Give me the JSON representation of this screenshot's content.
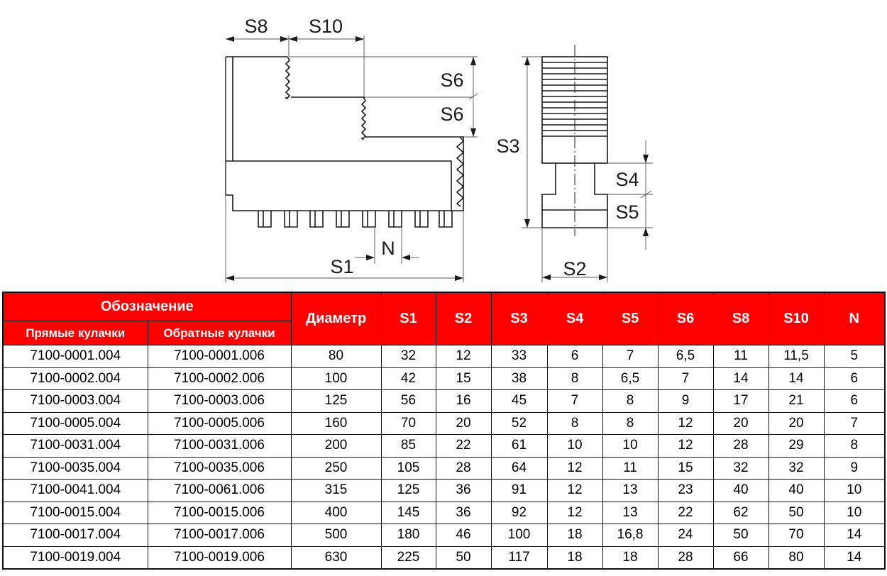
{
  "diagram": {
    "labels": {
      "s8": "S8",
      "s10": "S10",
      "s6a": "S6",
      "s6b": "S6",
      "n": "N",
      "s1": "S1",
      "s3": "S3",
      "s4": "S4",
      "s5": "S5",
      "s2": "S2"
    }
  },
  "table": {
    "group_header": "Обозначение",
    "sub_headers": [
      "Прямые кулачки",
      "Обратные кулачки"
    ],
    "columns": [
      "Диаметр",
      "S1",
      "S2",
      "S3",
      "S4",
      "S5",
      "S6",
      "S8",
      "S10",
      "N"
    ],
    "rows": [
      [
        "7100-0001.004",
        "7100-0001.006",
        "80",
        "32",
        "12",
        "33",
        "6",
        "7",
        "6,5",
        "11",
        "11,5",
        "5"
      ],
      [
        "7100-0002.004",
        "7100-0002.006",
        "100",
        "42",
        "15",
        "38",
        "8",
        "6,5",
        "7",
        "14",
        "14",
        "6"
      ],
      [
        "7100-0003.004",
        "7100-0003.006",
        "125",
        "56",
        "16",
        "45",
        "7",
        "8",
        "9",
        "17",
        "21",
        "6"
      ],
      [
        "7100-0005.004",
        "7100-0005.006",
        "160",
        "70",
        "20",
        "52",
        "8",
        "8",
        "12",
        "20",
        "20",
        "7"
      ],
      [
        "7100-0031.004",
        "7100-0031.006",
        "200",
        "85",
        "22",
        "61",
        "10",
        "10",
        "12",
        "28",
        "29",
        "8"
      ],
      [
        "7100-0035.004",
        "7100-0035.006",
        "250",
        "105",
        "28",
        "64",
        "12",
        "11",
        "15",
        "32",
        "32",
        "9"
      ],
      [
        "7100-0041.004",
        "7100-0061.006",
        "315",
        "125",
        "36",
        "91",
        "12",
        "13",
        "23",
        "40",
        "40",
        "10"
      ],
      [
        "7100-0015.004",
        "7100-0015.006",
        "400",
        "145",
        "36",
        "92",
        "12",
        "13",
        "22",
        "62",
        "50",
        "10"
      ],
      [
        "7100-0017.004",
        "7100-0017.006",
        "500",
        "180",
        "46",
        "100",
        "18",
        "16,8",
        "24",
        "50",
        "70",
        "14"
      ],
      [
        "7100-0019.004",
        "7100-0019.006",
        "630",
        "225",
        "50",
        "117",
        "18",
        "18",
        "28",
        "66",
        "80",
        "14"
      ]
    ],
    "colors": {
      "header_bg": "#ff0000",
      "header_text": "#ffffff"
    }
  }
}
